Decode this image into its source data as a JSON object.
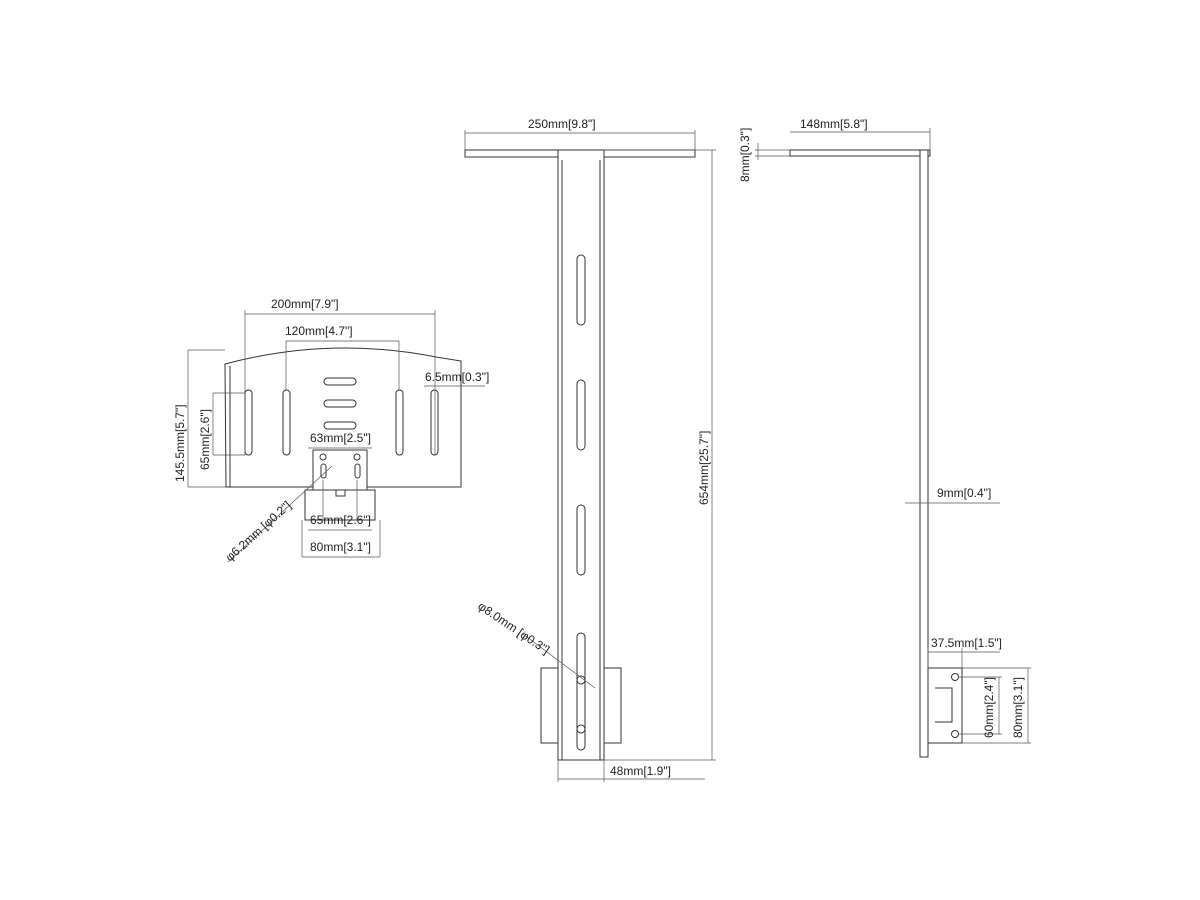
{
  "front_view": {
    "width_200": "200mm[7.9\"]",
    "width_120": "120mm[4.7\"]",
    "slot_6_5": "6.5mm[0.3\"]",
    "height_145_5": "145.5mm[5.7\"]",
    "slot_65": "65mm[2.6\"]",
    "plate_63": "63mm[2.5\"]",
    "holes_65": "65mm[2.6\"]",
    "base_80": "80mm[3.1\"]",
    "hole_6_2": "φ6.2mm [φ0.2\"]"
  },
  "side_view": {
    "top_250": "250mm[9.8\"]",
    "height_654": "654mm[25.7\"]",
    "hole_8": "φ8.0mm [φ0.3\"]",
    "pole_48": "48mm[1.9\"]"
  },
  "profile_view": {
    "top_148": "148mm[5.8\"]",
    "thick_8": "8mm[0.3\"]",
    "thick_9": "9mm[0.4\"]",
    "bracket_37_5": "37.5mm[1.5\"]",
    "holes_60": "60mm[2.4\"]",
    "bracket_80": "80mm[3.1\"]"
  }
}
